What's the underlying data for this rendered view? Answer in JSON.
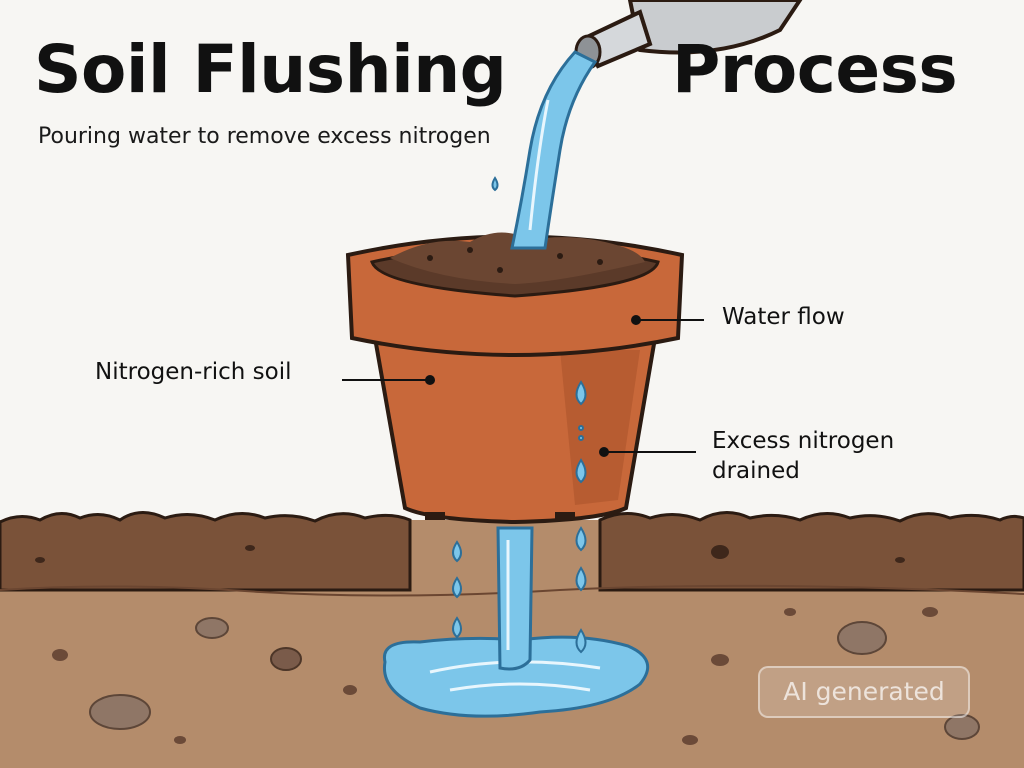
{
  "title": {
    "left": "Soil Flushing",
    "right": "Process"
  },
  "subtitle": "Pouring water to remove excess nitrogen",
  "labels": {
    "water_flow": "Water flow",
    "nitrogen_soil": "Nitrogen-rich soil",
    "excess_nitrogen": "Excess nitrogen drained"
  },
  "badge": "AI generated",
  "colors": {
    "background": "#f7f6f3",
    "pot": "#c8683a",
    "pot_shadow": "#a9522a",
    "soil_dark": "#5b3a29",
    "ground_top": "#7a5239",
    "ground": "#b48c6b",
    "water": "#7cc6ea",
    "water_dark": "#3b8fc6",
    "can": "#c9cccf"
  }
}
